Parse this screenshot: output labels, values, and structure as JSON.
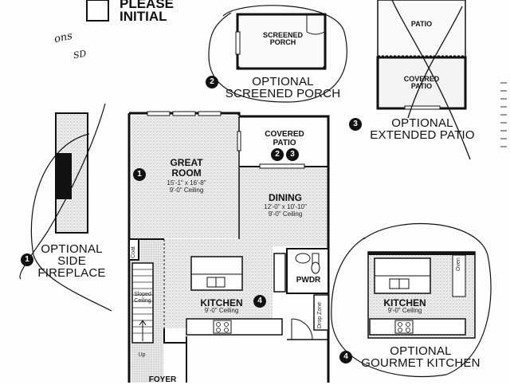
{
  "header": {
    "instruction": "PLEASE\nINITIAL"
  },
  "handwriting": {
    "initials_1": "ons",
    "initials_2": "SD"
  },
  "rooms": {
    "great_room": {
      "name": "GREAT\nROOM",
      "dims": "15'-1\" x 16'-8\"",
      "ceiling": "9'-0\" Ceiling",
      "marker": "1"
    },
    "covered_patio": {
      "name": "COVERED\nPATIO",
      "markers": [
        "2",
        "3"
      ]
    },
    "dining": {
      "name": "DINING",
      "dims": "12'-0\" x 10'-10\"",
      "ceiling": "9'-0\" Ceiling"
    },
    "kitchen": {
      "name": "KITCHEN",
      "ceiling": "9'-0\" Ceiling",
      "marker": "4"
    },
    "powder": {
      "name": "PWDR"
    },
    "drop_zone": {
      "name": "Drop Zone"
    },
    "coat": {
      "name": "Coat"
    },
    "foyer": {
      "name": "FOYER"
    },
    "sloped_ceiling": {
      "name": "Sloped\nCeiling"
    },
    "stairs_up": {
      "name": "Up"
    }
  },
  "options": {
    "screened_porch": {
      "marker": "2",
      "label": "OPTIONAL\nSCREENED PORCH",
      "inset_label": "SCREENED\nPORCH"
    },
    "extended_patio": {
      "marker": "3",
      "label": "OPTIONAL\nEXTENDED PATIO",
      "inset_top": "PATIO",
      "inset_bottom": "COVERED\nPATIO"
    },
    "side_fireplace": {
      "marker": "1",
      "label": "OPTIONAL\nSIDE\nFIREPLACE"
    },
    "gourmet_kitchen": {
      "marker": "4",
      "label": "OPTIONAL\nGOURMET KITCHEN",
      "inset_label": "KITCHEN",
      "inset_ceiling": "9'-0\" Ceiling",
      "oven": "Oven"
    }
  }
}
